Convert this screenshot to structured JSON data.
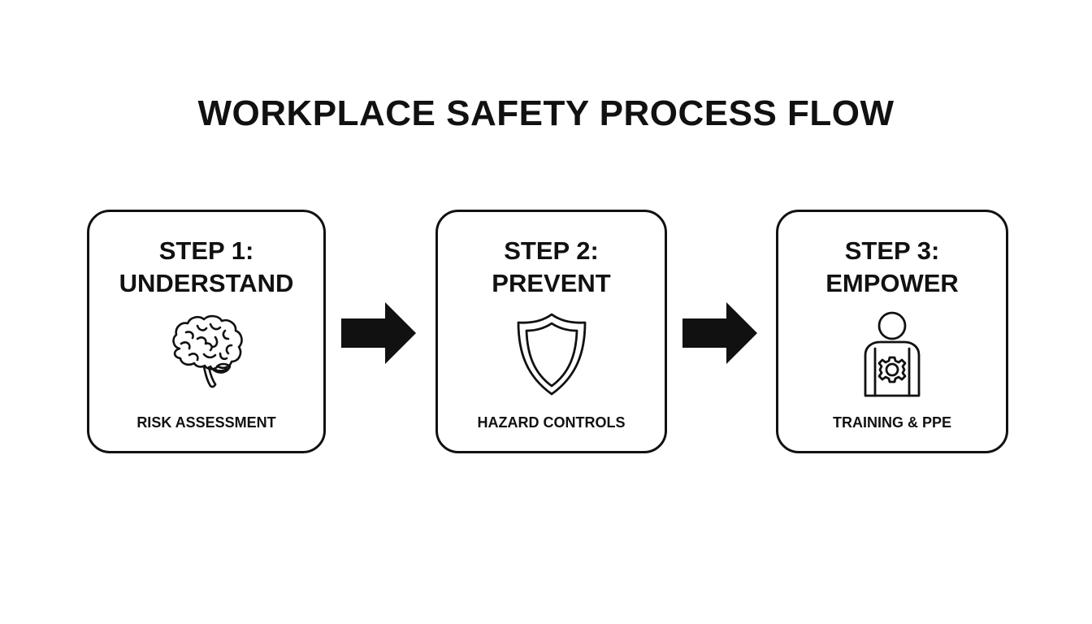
{
  "title": "WORKPLACE SAFETY PROCESS FLOW",
  "steps": [
    {
      "heading_line1": "STEP 1:",
      "heading_line2": "UNDERSTAND",
      "icon": "brain-icon",
      "caption": "RISK ASSESSMENT"
    },
    {
      "heading_line1": "STEP 2:",
      "heading_line2": "PREVENT",
      "icon": "shield-icon",
      "caption": "HAZARD CONTROLS"
    },
    {
      "heading_line1": "STEP 3:",
      "heading_line2": "EMPOWER",
      "icon": "person-gear-icon",
      "caption": "TRAINING & PPE"
    }
  ],
  "colors": {
    "ink": "#111111",
    "background": "#ffffff"
  }
}
